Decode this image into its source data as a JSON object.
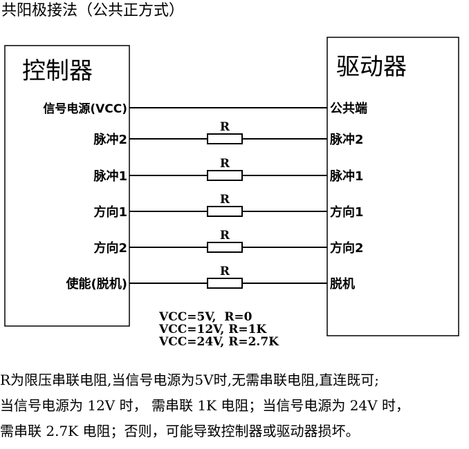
{
  "title": "共阳极接法（公共正方式）",
  "controller": {
    "name": "控制器",
    "signals": [
      "信号电源(VCC)",
      "脉冲2",
      "脉冲1",
      "方向1",
      "方向2",
      "使能(脱机)"
    ]
  },
  "driver": {
    "name": "驱动器",
    "signals": [
      "公共端",
      "脉冲2",
      "脉冲1",
      "方向1",
      "方向2",
      "脱机"
    ]
  },
  "resistor_label": "R",
  "vcc_table": [
    "VCC=5V,  R=0",
    "VCC=12V, R=1K",
    "VCC=24V, R=2.7K"
  ],
  "notes": [
    "R为限压串联电阻,当信号电源为5V时,无需串联电阻,直连既可;",
    "当信号电源为 12V 时， 需串联 1K 电阻；当信号电源为 24V 时，",
    "需串联 2.7K 电阻；否则，可能导致控制器或驱动器损坏。"
  ]
}
